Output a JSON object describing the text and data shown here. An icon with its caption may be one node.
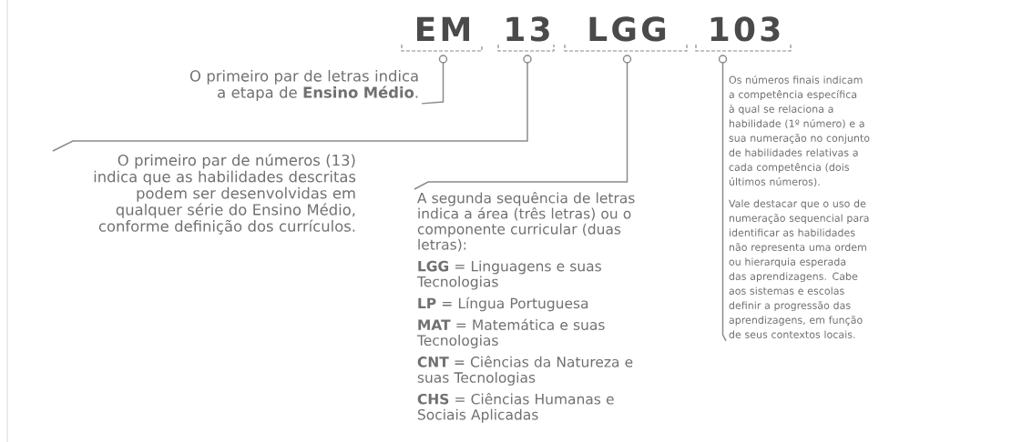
{
  "diagram": {
    "nodes": [
      {
        "text": [
          "EM"
        ]
      },
      {
        "text": [
          "13"
        ]
      },
      {
        "text": [
          "LGG"
        ]
      },
      {
        "text": [
          "103"
        ]
      },
      {
        "text": [
          "O primeiro par de letras indica a etapa de **Ensino Médio**."
        ]
      },
      {
        "text": [
          "O primeiro par de números (13) indica que as habilidades descritas podem ser desenvolvidas em qualquer série do Ensino Médio, conforme definição dos currículos."
        ]
      },
      {
        "text": [
          "A segunda sequência de letras indica a área (três letras) ou o componente curricular (duas letras):",
          "**LGG** = Linguagens e suas Tecnologias",
          "**LP** = Língua Portuguesa",
          "**MAT** = Matemática e suas Tecnologias",
          "**CNT** = Ciências da Natureza e suas Tecnologias",
          "**CHS** = Ciências Humanas e Sociais Aplicadas"
        ]
      },
      {
        "text": [
          "Os números finais indicam a competência específica à qual se relaciona a habilidade (1º número) e a sua numeração no conjunto de habilidades relativas a cada competência (dois últimos números).",
          "Vale destacar que o uso de numeração sequencial para identificar as habilidades não representa uma ordem ou hierarquia esperada das aprendizagens. Cabe aos sistemas e escolas definir a progressão das aprendizagens, em função de seus contextos locais."
        ]
      }
    ],
    "edges": [
      {
        "from": 0,
        "to": 4,
        "arrow": "none"
      },
      {
        "from": 1,
        "to": 5,
        "arrow": "none"
      },
      {
        "from": 2,
        "to": 6,
        "arrow": "none"
      },
      {
        "from": 3,
        "to": 7,
        "arrow": "none"
      }
    ]
  }
}
